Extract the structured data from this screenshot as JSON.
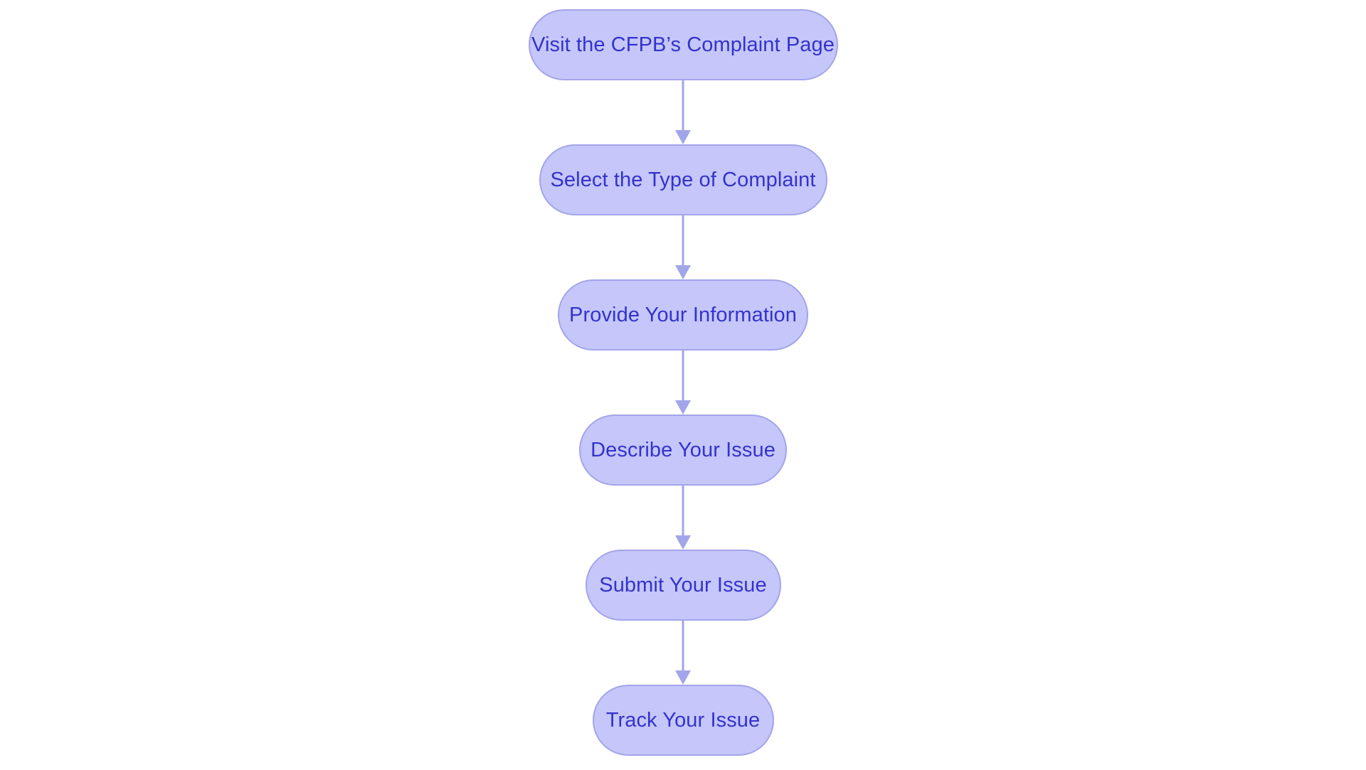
{
  "diagram": {
    "type": "flowchart",
    "orientation": "vertical-top-to-bottom",
    "title": "",
    "background_color": "#ffffff",
    "node_fill_color": "#c5c6fa",
    "node_border_color": "#a3a5ea",
    "node_text_color": "#3333cc",
    "connector_color": "#a3a5ea",
    "node_shape": "stadium",
    "nodes": [
      {
        "id": "step-1",
        "label": "Visit the CFPB’s Complaint Page",
        "order": 1
      },
      {
        "id": "step-2",
        "label": "Select the Type of Complaint",
        "order": 2
      },
      {
        "id": "step-3",
        "label": "Provide Your Information",
        "order": 3
      },
      {
        "id": "step-4",
        "label": "Describe Your Issue",
        "order": 4
      },
      {
        "id": "step-5",
        "label": "Submit Your Issue",
        "order": 5
      },
      {
        "id": "step-6",
        "label": "Track Your Issue",
        "order": 6
      }
    ],
    "edges": [
      {
        "from": "step-1",
        "to": "step-2",
        "label": "",
        "arrow": "down"
      },
      {
        "from": "step-2",
        "to": "step-3",
        "label": "",
        "arrow": "down"
      },
      {
        "from": "step-3",
        "to": "step-4",
        "label": "",
        "arrow": "down"
      },
      {
        "from": "step-4",
        "to": "step-5",
        "label": "",
        "arrow": "down"
      },
      {
        "from": "step-5",
        "to": "step-6",
        "label": "",
        "arrow": "down"
      }
    ]
  }
}
